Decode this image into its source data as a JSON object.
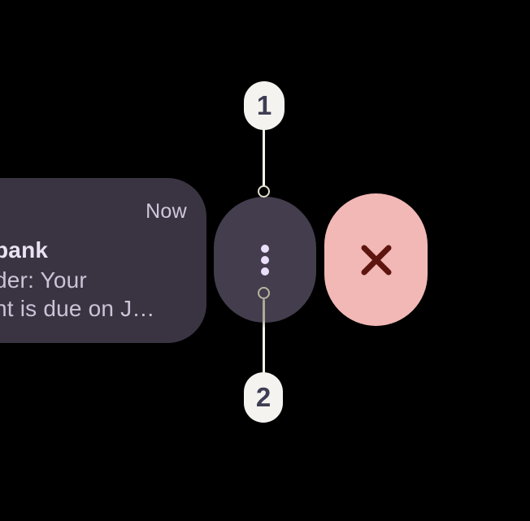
{
  "notification": {
    "timestamp": "Now",
    "title_fragment": "bank",
    "body_line1_fragment": "der: Your",
    "body_line2_fragment": "nt is due on J…"
  },
  "actions": {
    "options": {
      "icon": "more-vert-icon"
    },
    "dismiss": {
      "icon": "close-icon"
    }
  },
  "callouts": [
    {
      "label": "1",
      "target": "options-pill-top"
    },
    {
      "label": "2",
      "target": "options-pill-bottom"
    }
  ],
  "colors": {
    "background": "#000000",
    "notification_card": "#3A3442",
    "options_pill": "#433D4D",
    "dismiss_pill": "#F2B8B5",
    "dismiss_icon": "#5E150F",
    "more_vert_dots": "#EADFF8",
    "callout_pill": "#F4F3EF",
    "callout_number": "#3E3D54",
    "connector_line": "#F6F5EC",
    "anchor_ring": "#C9C7B1",
    "timestamp_text": "#CFC8DD",
    "title_text": "#E9E2F3",
    "body_text": "#CBC4D8"
  }
}
